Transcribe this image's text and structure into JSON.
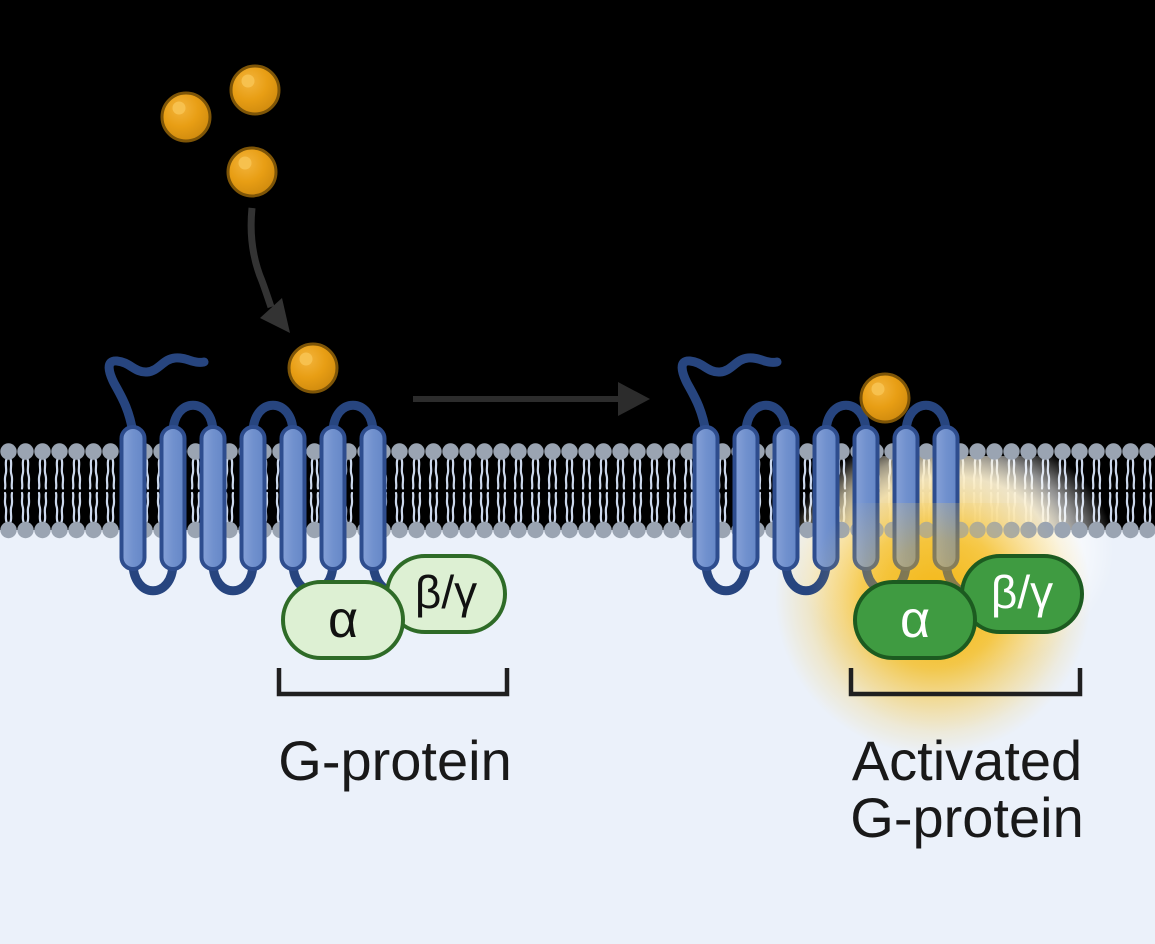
{
  "diagram": {
    "type": "gpcr-activation-schematic",
    "inactive_caption": "G-protein",
    "active_caption_line1": "Activated",
    "active_caption_line2": "G-protein"
  },
  "subunits": {
    "alpha": "α",
    "beta_gamma": "β/γ"
  },
  "colors": {
    "extracellular_background": "#000000",
    "cytoplasm_background": "#ebf1fa",
    "membrane_head_gray": "#9aa4b2",
    "membrane_tail": "#ccd8ec",
    "receptor_fill": "#7191ce",
    "receptor_outline": "#2e4d8e",
    "receptor_loop_navy": "#27457f",
    "ligand_orange": "#e89e14",
    "ligand_outline": "#7e5507",
    "ligand_highlight": "#f7c14e",
    "inactive_subunit_fill": "#ddf0d3",
    "inactive_subunit_outline": "#2e6b27",
    "active_subunit_fill": "#3f9b41",
    "active_subunit_outline": "#1c5b20",
    "activation_glow_yellow": "#f3b511",
    "arrow_dark": "#2c2c2c",
    "caption_text": "#191919"
  }
}
